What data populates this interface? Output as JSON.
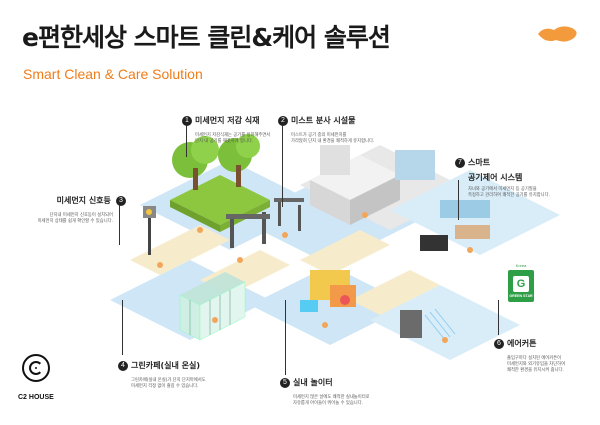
{
  "header": {
    "title": "e편한세상 스마트 클린&케어 솔루션",
    "subtitle": "Smart Clean & Care Solution"
  },
  "callouts": [
    {
      "num": "1",
      "title": "미세먼지 저감 식재",
      "desc": [
        "미세먼지 저감식재는 공기를 정화해주면서",
        "단지 내 공기를 깨끗하게 합니다."
      ]
    },
    {
      "num": "2",
      "title": "미스트 분사 시설물",
      "desc": [
        "미스트가 공기 중의 미세먼지를",
        "가라앉혀 단지 내 환경을 쾌적하게 유지합니다."
      ]
    },
    {
      "num": "3",
      "title": "미세먼지 신호등",
      "desc": [
        "단지내 미세먼지 신호등이 설치되어",
        "미세먼지 상태를 쉽게 확인할 수 있습니다."
      ]
    },
    {
      "num": "4",
      "title": "그린카페(실내 온실)",
      "desc": [
        "그린카페(실내 온실)가 단지 단지마에서도",
        "미세먼지 걱정 없이 즐길 수 있습니다."
      ]
    },
    {
      "num": "5",
      "title": "실내 놀이터",
      "desc": [
        "미세먼지 많은 날에도 쾌적한 실내놀이터로",
        "자유롭게 아이들이 뛰어놀 수 있습니다."
      ]
    },
    {
      "num": "6",
      "title": "에어커튼",
      "desc": [
        "출입구마다 설치된 에어커튼이",
        "미세먼지와 외기유입을 차단하여",
        "쾌적한 환경을 유지시켜 줍니다."
      ]
    },
    {
      "num": "7",
      "title": "스마트\n공기제어 시스템",
      "title_lines": [
        "스마트",
        "공기제어 시스템"
      ],
      "desc": [
        "자녀와 공기에서 미세먼지 등 공기질을",
        "측정하고 관리하여 쾌적한 공기를 유지합니다."
      ]
    }
  ],
  "logo": {
    "text": "C2 HOUSE"
  },
  "green_star": {
    "letter": "G",
    "label": "GREEN STAR",
    "top_label": "Korea"
  },
  "colors": {
    "accent": "#ef7d1a",
    "floor": "#cfe6f6",
    "path": "#f6eccb",
    "grass": "#8dc63f",
    "green_star": "#2e9e47"
  }
}
